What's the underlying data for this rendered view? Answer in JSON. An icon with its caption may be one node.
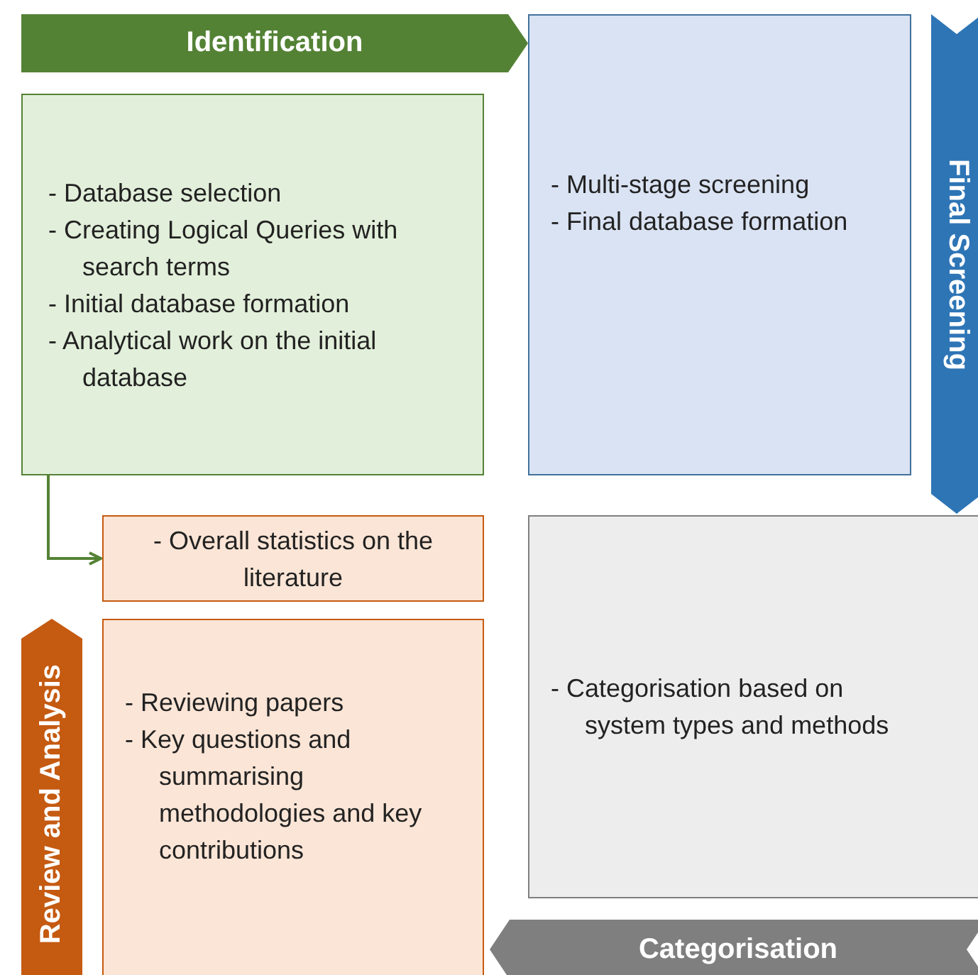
{
  "diagram": {
    "nodes": [
      {
        "text": [
          "Identification"
        ]
      },
      {
        "text": [
          "- Database selection",
          "- Creating Logical Queries with search terms",
          "- Initial database formation",
          "- Analytical work on the initial database"
        ]
      },
      {
        "text": [
          "Final Screening"
        ]
      },
      {
        "text": [
          "- Multi-stage screening",
          "- Final database formation"
        ]
      },
      {
        "text": [
          "- Overall statistics on the literature"
        ]
      },
      {
        "text": [
          "Review and Analysis"
        ]
      },
      {
        "text": [
          "- Reviewing papers",
          "- Key questions and summarising methodologies and key contributions"
        ]
      },
      {
        "text": [
          "Categorisation"
        ]
      },
      {
        "text": [
          "- Categorisation based on system types and methods"
        ]
      }
    ],
    "edges": [
      {
        "from": 1,
        "to": 4,
        "arrow": "to"
      }
    ]
  }
}
